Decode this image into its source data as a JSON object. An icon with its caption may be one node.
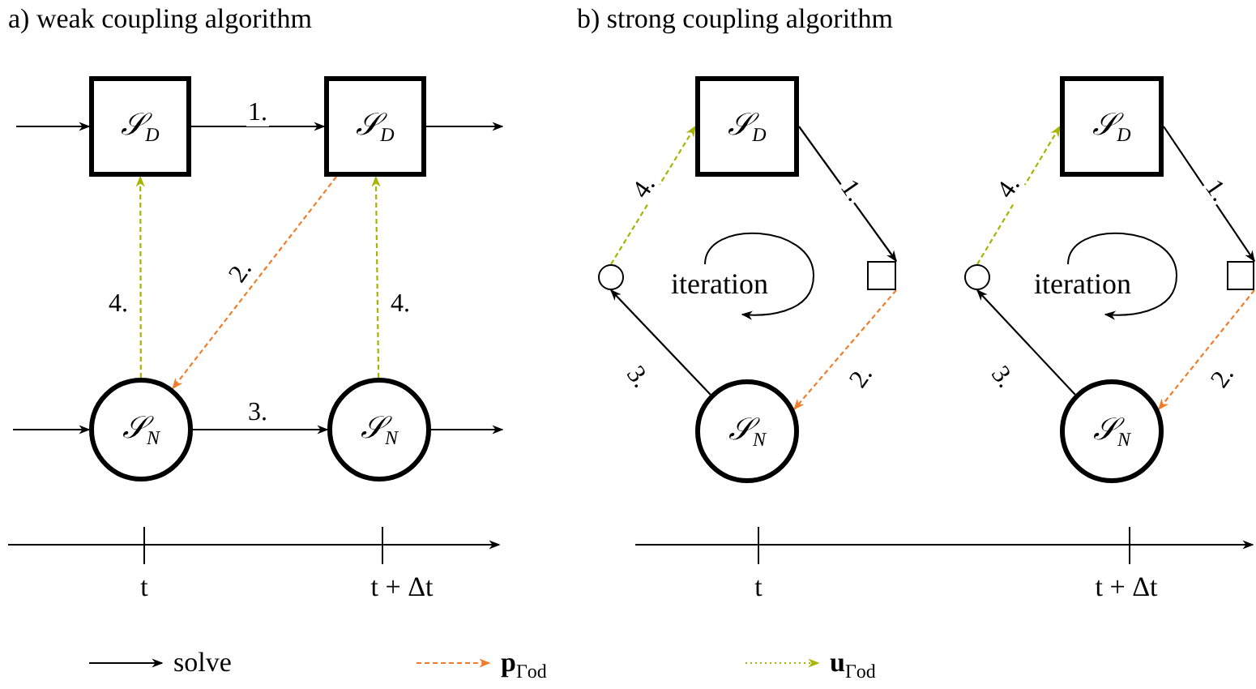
{
  "diagram": {
    "nodes": [
      {
        "text": [
          "𝒮$_{D}$"
        ]
      },
      {
        "text": [
          "𝒮$_{D}$"
        ]
      },
      {
        "text": [
          "𝒮$_{N}$"
        ]
      },
      {
        "text": [
          "𝒮$_{N}$"
        ]
      },
      {
        "text": [
          "𝒮$_{D}$"
        ]
      },
      {
        "text": [],
        "shape": "box"
      },
      {
        "text": [
          "𝒮$_{N}$"
        ]
      },
      {
        "text": [],
        "shape": "circle"
      },
      {
        "text": [
          "𝒮$_{D}$"
        ]
      },
      {
        "text": [],
        "shape": "box"
      },
      {
        "text": [
          "𝒮$_{N}$"
        ]
      },
      {
        "text": [],
        "shape": "circle"
      }
    ],
    "edges": [
      {
        "from": null,
        "to": 0,
        "arrow": "to"
      },
      {
        "from": 0,
        "to": 1,
        "arrow": "to",
        "label": "1."
      },
      {
        "from": 1,
        "to": null,
        "arrow": "to"
      },
      {
        "from": null,
        "to": 2,
        "arrow": "to"
      },
      {
        "from": 2,
        "to": 3,
        "arrow": "to",
        "label": "3."
      },
      {
        "from": 3,
        "to": null,
        "arrow": "to"
      },
      {
        "from": 2,
        "to": 0,
        "arrow": "to",
        "label": "4.",
        "style": "dashed",
        "color": "#a8b400"
      },
      {
        "from": 3,
        "to": 1,
        "arrow": "to",
        "label": "4.",
        "style": "dashed",
        "color": "#a8b400"
      },
      {
        "from": 1,
        "to": 2,
        "arrow": "to",
        "label": "2.",
        "style": "dashed",
        "color": "#f07d2a"
      },
      {
        "from": 4,
        "to": 5,
        "arrow": "to",
        "label": "1."
      },
      {
        "from": 5,
        "to": 6,
        "arrow": "to",
        "label": "2.",
        "style": "dashed",
        "color": "#f07d2a"
      },
      {
        "from": 6,
        "to": 7,
        "arrow": "to",
        "label": "3."
      },
      {
        "from": 7,
        "to": 4,
        "arrow": "to",
        "label": "4.",
        "style": "dashed",
        "color": "#a8b400"
      },
      {
        "from": 8,
        "to": 9,
        "arrow": "to",
        "label": "1."
      },
      {
        "from": 9,
        "to": 10,
        "arrow": "to",
        "label": "2.",
        "style": "dashed",
        "color": "#f07d2a"
      },
      {
        "from": 10,
        "to": 11,
        "arrow": "to",
        "label": "3."
      },
      {
        "from": 11,
        "to": 8,
        "arrow": "to",
        "label": "4.",
        "style": "dashed",
        "color": "#a8b400"
      }
    ],
    "labels": [
      "a) weak coupling algorithm",
      "b) strong coupling algorithm",
      "iteration",
      "iteration",
      "t",
      "t + Δt",
      "t",
      "t + Δt"
    ],
    "legend": [
      {
        "text": "solve"
      },
      {
        "text": "**p**$_{Γod}$"
      },
      {
        "text": "**u**$_{Γod}$"
      }
    ]
  }
}
